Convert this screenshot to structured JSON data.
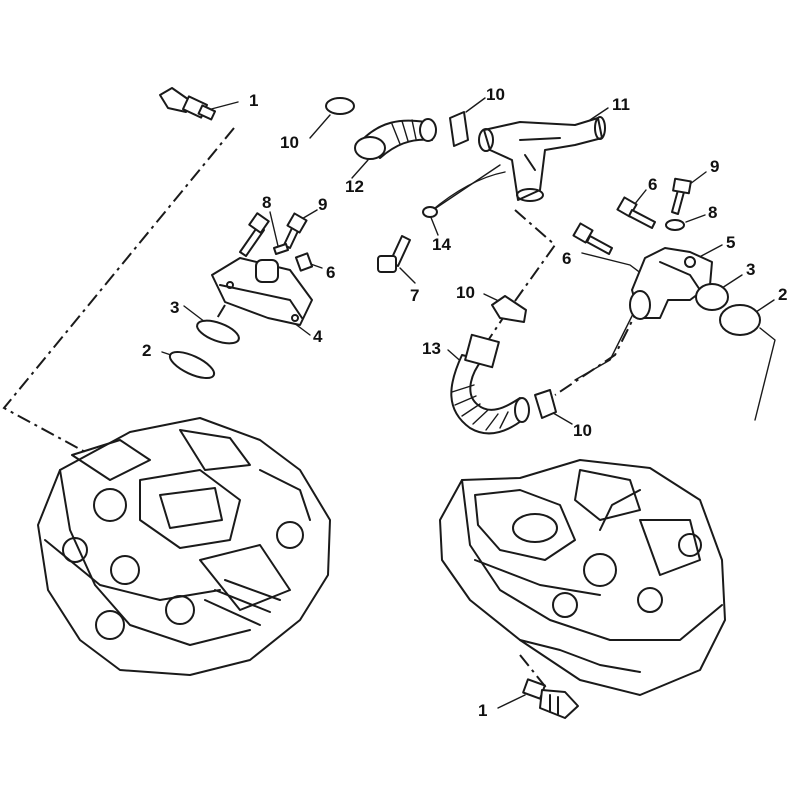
{
  "callouts": [
    {
      "id": "c1a",
      "text": "1"
    },
    {
      "id": "c1b",
      "text": "1"
    },
    {
      "id": "c2a",
      "text": "2"
    },
    {
      "id": "c2b",
      "text": "2"
    },
    {
      "id": "c3a",
      "text": "3"
    },
    {
      "id": "c3b",
      "text": "3"
    },
    {
      "id": "c4",
      "text": "4"
    },
    {
      "id": "c5",
      "text": "5"
    },
    {
      "id": "c6a",
      "text": "6"
    },
    {
      "id": "c6b",
      "text": "6"
    },
    {
      "id": "c6c",
      "text": "6"
    },
    {
      "id": "c7",
      "text": "7"
    },
    {
      "id": "c8a",
      "text": "8"
    },
    {
      "id": "c8b",
      "text": "8"
    },
    {
      "id": "c9a",
      "text": "9"
    },
    {
      "id": "c9b",
      "text": "9"
    },
    {
      "id": "c10a",
      "text": "10"
    },
    {
      "id": "c10b",
      "text": "10"
    },
    {
      "id": "c10c",
      "text": "10"
    },
    {
      "id": "c10d",
      "text": "10"
    },
    {
      "id": "c11",
      "text": "11"
    },
    {
      "id": "c12",
      "text": "12"
    },
    {
      "id": "c13",
      "text": "13"
    },
    {
      "id": "c14",
      "text": "14"
    }
  ],
  "colors": {
    "ink": "#1a1a1a",
    "paper": "#ffffff"
  }
}
